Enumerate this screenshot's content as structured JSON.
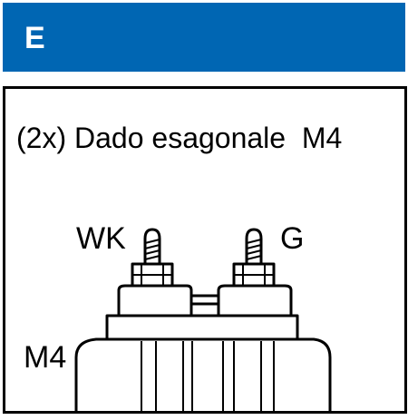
{
  "header": {
    "letter": "E",
    "color": "#0066b3"
  },
  "caption": "(2x) Dado esagonale  M4",
  "labels": {
    "left_terminal": "WK",
    "right_terminal": "G",
    "thread_size": "M4"
  }
}
